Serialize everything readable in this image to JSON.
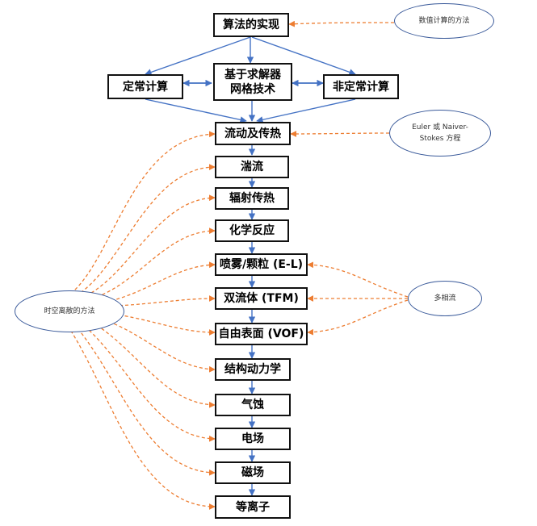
{
  "diagram": {
    "top": "算法的实现",
    "left": "定常计算",
    "center_line1": "基于求解器",
    "center_line2": "网格技术",
    "right": "非定常计算",
    "chain": [
      "流动及传热",
      "湍流",
      "辐射传热",
      "化学反应",
      "喷雾/颗粒 (E-L)",
      "双流体 (TFM)",
      "自由表面 (VOF)",
      "结构动力学",
      "气蚀",
      "电场",
      "磁场",
      "等离子"
    ],
    "notes": {
      "numerical": "数值计算的方法",
      "euler_line1": "Euler 或 Naiver-",
      "euler_line2": "Stokes 方程",
      "spacetime": "时空离散的方法",
      "multiphase": "多相流"
    }
  },
  "colors": {
    "solid_arrow": "#4472c4",
    "dashed_arrow": "#ed7d31",
    "ellipse_border": "#3a5a9a"
  }
}
